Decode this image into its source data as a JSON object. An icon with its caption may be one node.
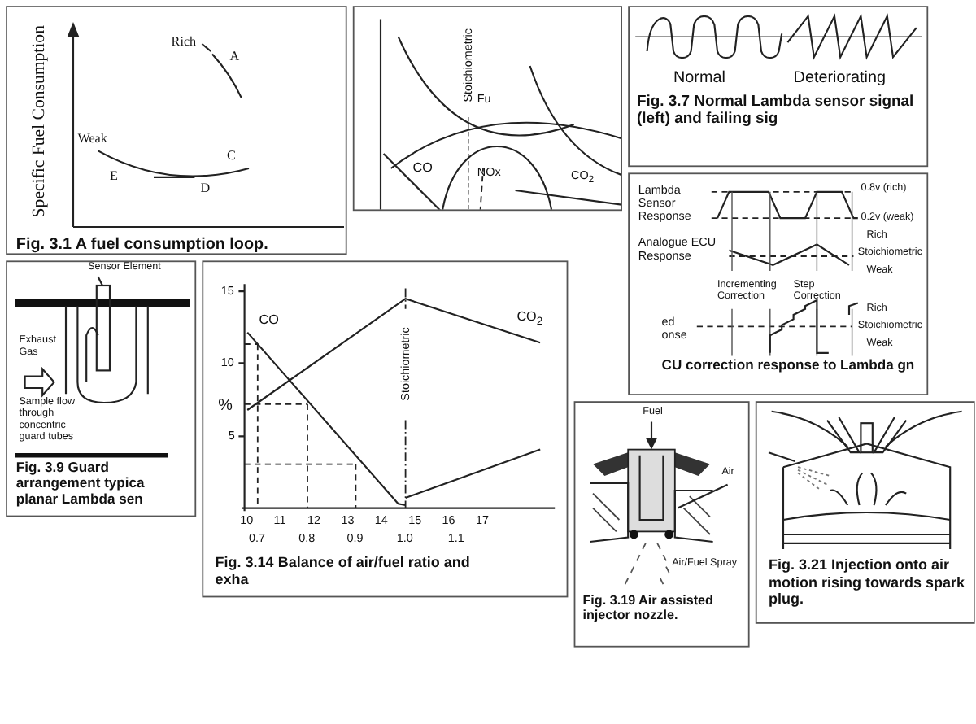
{
  "diagram": {
    "nodes": [
      {
        "text": [
          "Specific Fuel Consumption",
          "Rich",
          "A",
          "Weak",
          "E",
          "C",
          "D",
          "Fig. 3.1 A fuel consumption loop."
        ]
      },
      {
        "text": [
          "Stoichiometric",
          "Fu",
          "CO",
          "NOx",
          "CO$_{2}$"
        ]
      },
      {
        "text": [
          "Normal",
          "Deteriorating",
          "Fig. 3.7 Normal Lambda sensor signal (left) and failing sig"
        ]
      },
      {
        "text": [
          "Lambda Sensor Response",
          "0.8v (rich)",
          "0.2v (weak)",
          "Analogue ECU Response",
          "Rich",
          "Stoichiometric",
          "Weak",
          "Incrementing Correction",
          "Step Correction",
          "ed onse",
          "Rich",
          "Stoichiometric",
          "Weak",
          "CU correction response to Lambda gn"
        ]
      },
      {
        "text": [
          "Sensor Element",
          "Exhaust Gas",
          "Sample flow through concentric guard tubes",
          "Fig. 3.9 Guard arrangement typica planar Lambda sen"
        ]
      },
      {
        "text": [
          "CO",
          "CO$_{2}$",
          "Stoichiometric",
          "%",
          "15",
          "10",
          "5",
          "10",
          "11",
          "12",
          "13",
          "14",
          "15",
          "16",
          "17",
          "0.7",
          "0.8",
          "0.9",
          "1.0",
          "1.1",
          "Fig. 3.14 Balance of air/fuel ratio and exha"
        ]
      },
      {
        "text": [
          "Fuel",
          "Air",
          "Air/Fuel Spray",
          "Fig. 3.19 Air assisted injector nozzle."
        ]
      },
      {
        "text": [
          "Fig. 3.21 Injection onto air motion rising towards spark plug."
        ]
      }
    ]
  }
}
